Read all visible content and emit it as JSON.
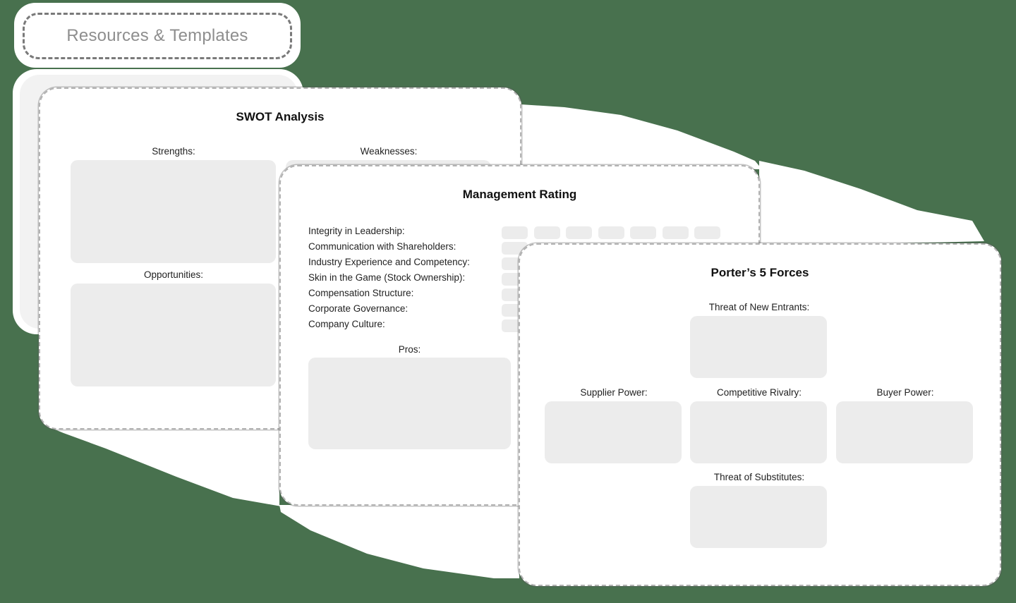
{
  "section_label": "Resources & Templates",
  "colors": {
    "background": "#48714E",
    "card": "#ffffff",
    "field_fill": "#ececec",
    "label_text": "#8e8e8e"
  },
  "swot": {
    "title": "SWOT Analysis",
    "fields": [
      "Strengths:",
      "Weaknesses:",
      "Opportunities:"
    ]
  },
  "management": {
    "title": "Management Rating",
    "criteria": [
      "Integrity in Leadership:",
      "Communication with Shareholders:",
      "Industry Experience and Competency:",
      "Skin in the Game (Stock Ownership):",
      "Compensation Structure:",
      "Corporate Governance:",
      "Company Culture:"
    ],
    "rating_columns": 7,
    "pros_label": "Pros:"
  },
  "porter": {
    "title": "Porter’s 5 Forces",
    "threat_new_entrants": "Threat of New Entrants:",
    "supplier_power": "Supplier Power:",
    "competitive_rivalry": "Competitive Rivalry:",
    "buyer_power": "Buyer Power:",
    "threat_substitutes": "Threat of Substitutes:"
  }
}
